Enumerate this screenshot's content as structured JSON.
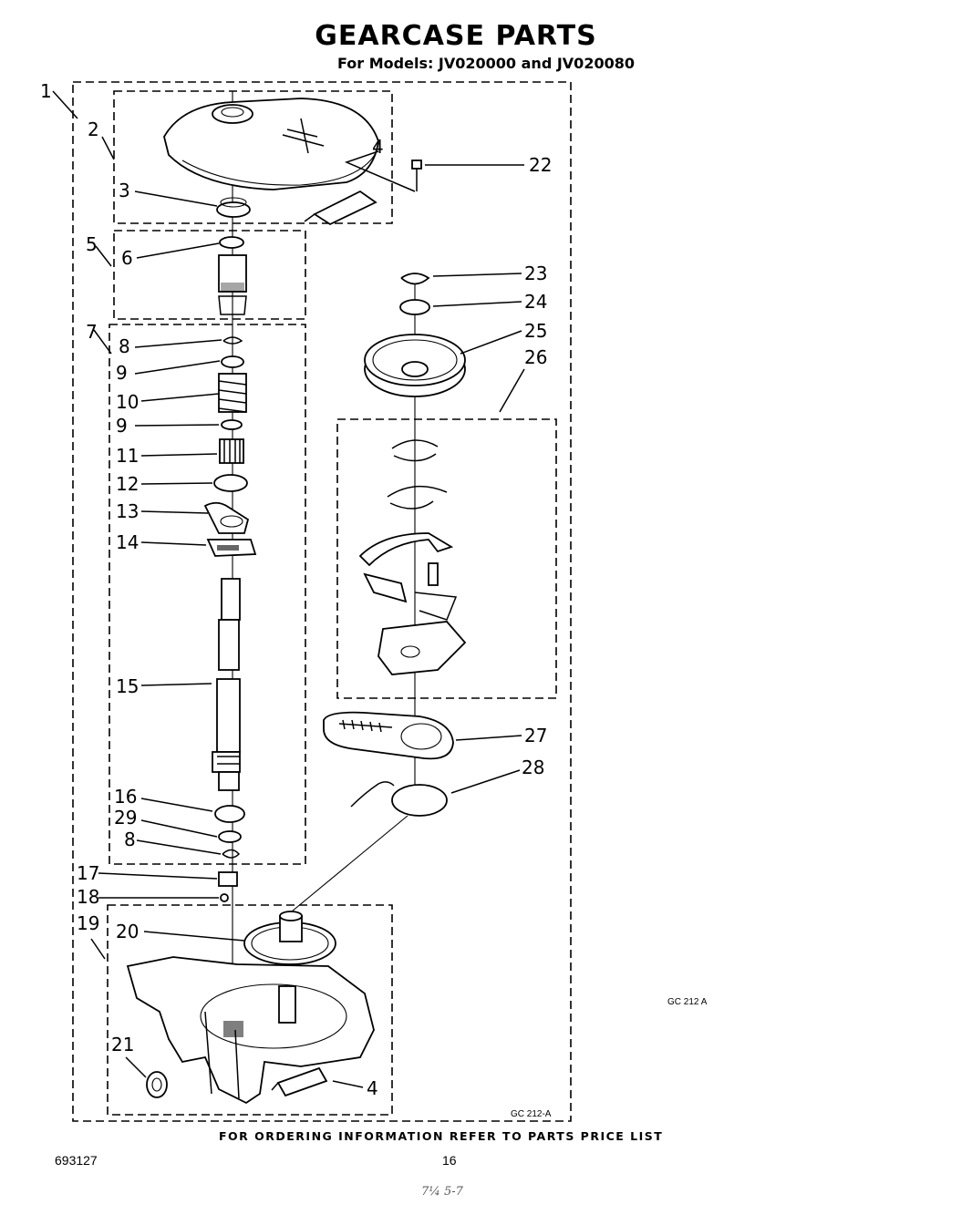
{
  "header": {
    "title": "GEARCASE PARTS",
    "subtitle": "For Models: JV020000 and JV020080"
  },
  "callouts": {
    "c1": "1",
    "c2": "2",
    "c3": "3",
    "c4a": "4",
    "c5": "5",
    "c6": "6",
    "c7": "7",
    "c8a": "8",
    "c9a": "9",
    "c10": "10",
    "c9b": "9",
    "c11": "11",
    "c12": "12",
    "c13": "13",
    "c14": "14",
    "c15": "15",
    "c16": "16",
    "c29": "29",
    "c8b": "8",
    "c17": "17",
    "c18": "18",
    "c19": "19",
    "c20": "20",
    "c21": "21",
    "c4b": "4",
    "c22": "22",
    "c23": "23",
    "c24": "24",
    "c25": "25",
    "c26": "26",
    "c27": "27",
    "c28": "28"
  },
  "codes": {
    "side": "GC 212 A",
    "bottom": "GC 212-A"
  },
  "footer": {
    "order_info": "FOR ORDERING INFORMATION REFER TO PARTS PRICE LIST",
    "doc_number": "693127",
    "page_number": "16",
    "handwritten": "7¼ 5-7"
  }
}
